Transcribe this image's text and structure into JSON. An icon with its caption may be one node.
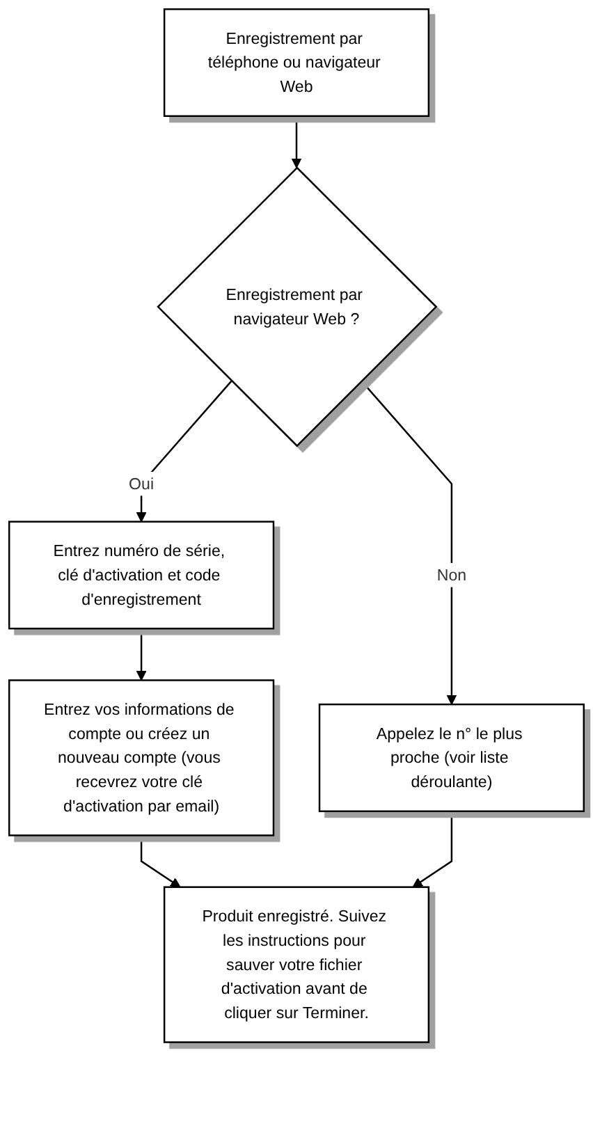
{
  "diagram": {
    "nodes": [
      {
        "text": [
          "Enregistrement par téléphone ou navigateur Web"
        ]
      },
      {
        "text": [
          "Enregistrement par navigateur Web ?"
        ]
      },
      {
        "text": [
          "Appelez le n° le plus proche (voir liste déroulante)"
        ]
      },
      {
        "text": [
          "Entrez numéro de série, clé d'activation et code d'enregistrement"
        ]
      },
      {
        "text": [
          "Entrez vos informations de compte ou créez un nouveau compte (vous recevrez votre clé d'activation par email)"
        ]
      },
      {
        "text": [
          "Produit enregistré. Suivez les instructions pour sauver votre fichier d'activation avant de cliquer sur Terminer."
        ]
      }
    ],
    "edges": [
      {
        "from": 0,
        "to": 1,
        "arrow": "to"
      },
      {
        "from": 1,
        "to": 2,
        "label": "Non",
        "arrow": "to"
      },
      {
        "from": 1,
        "to": 3,
        "label": "Oui",
        "arrow": "to"
      },
      {
        "from": 3,
        "to": 4,
        "arrow": "to"
      },
      {
        "from": 4,
        "to": 5,
        "arrow": "to"
      },
      {
        "from": 2,
        "to": 5,
        "arrow": "to"
      }
    ]
  }
}
